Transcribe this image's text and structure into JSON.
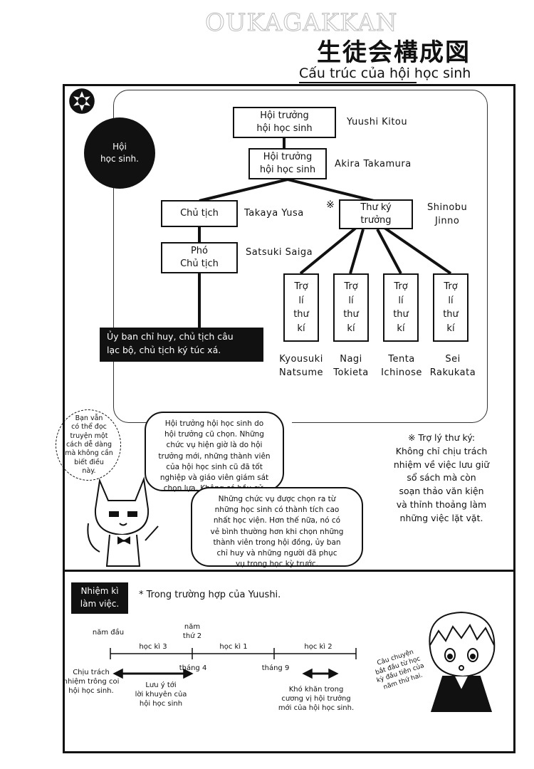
{
  "header": {
    "watermark": "OUKAGAKKAN",
    "title_jp": "生徒会構成図",
    "title_vi": "Cấu trúc của hội học sinh"
  },
  "org_chart": {
    "group_label": "Hội\nhọc sinh.",
    "nodes": [
      {
        "label": "Hội trưởng\nhội học sinh",
        "name": "Yuushi Kitou"
      },
      {
        "label": "Hội trưởng\nhội học sinh",
        "name": "Akira Takamura"
      },
      {
        "label": "Chủ tịch",
        "name": "Takaya Yusa"
      },
      {
        "label": "Phó\nChủ tịch",
        "name": "Satsuki Saiga"
      },
      {
        "label": "Thư ký\ntrưởng",
        "name": "Shinobu\nJinno",
        "mark": "※"
      }
    ],
    "assistants": [
      {
        "label": "Trợ\nlí\nthư\nkí",
        "name": "Kyousuki\nNatsume"
      },
      {
        "label": "Trợ\nlí\nthư\nkí",
        "name": "Nagi\nTokieta"
      },
      {
        "label": "Trợ\nlí\nthư\nkí",
        "name": "Tenta\nIchinose"
      },
      {
        "label": "Trợ\nlí\nthư\nkí",
        "name": "Sei\nRakukata"
      }
    ],
    "committee_box": "Ủy ban chỉ huy, chủ tịch câu\nlạc bộ, chủ tịch ký túc xá."
  },
  "bubbles": {
    "cat_note": "Bạn vẫn\ncó thể đọc\ntruyện một\ncách dễ dàng\nmà không cần\nbiết điều\nnày.",
    "bubble1": "Hội trưởng hội học sinh do\nhội trưởng cũ chọn. Những\nchức vụ hiện giờ là do hội\ntrưởng mới, những thành viên\ncủa hội học sinh cũ đã tốt\nnghiệp và giáo viên giám sát\nchọn lựa. Không có bầu cử.",
    "bubble2": "Những chức vụ được chọn ra từ\nnhững học sinh có thành tích cao\nnhất học viện. Hơn thế nữa, nó có\nvẻ bình thường hơn khi chọn những\nthành viên trong hội đồng, ủy ban\nchỉ huy và những người đã phục\nvụ trong học kỳ trước."
  },
  "side_note": "※ Trợ lý thư ký:\nKhông chỉ chịu trách\nnhiệm về việc lưu giữ\nsổ sách mà còn\nsoạn thảo văn kiện\nvà thỉnh thoảng làm\nnhững việc lặt vặt.",
  "term": {
    "badge": "Nhiệm kì\nlàm việc.",
    "note": "* Trong trường hợp của Yuushi.",
    "labels": {
      "year1": "năm đầu",
      "year2": "năm\nthứ 2",
      "sem3": "học kì 3",
      "sem1": "học kì 1",
      "sem2": "học kì 2",
      "april": "tháng 4",
      "sept": "tháng 9",
      "left_note": "Chịu trách\nnhiệm trông coi\nhội học sinh.",
      "mid_note": "Lưu ý tới\nlời khuyên của\nhội học sinh",
      "right_note": "Khó khăn trong\ncương vị hội trưởng\nmới của hội học sinh.",
      "boy_note": "Câu chuyện\nbắt đầu từ học\nkỳ đầu tiên của\nnăm thứ hai."
    }
  }
}
